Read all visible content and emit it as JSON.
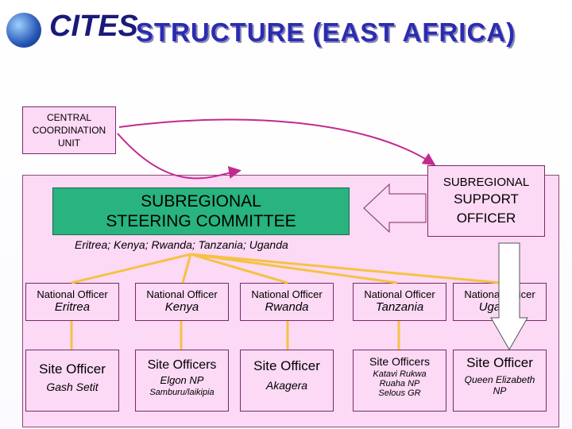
{
  "title": "STRUCTURE  (EAST  AFRICA)",
  "logo_text": "CITES",
  "central_unit": "CENTRAL COORDINATION UNIT",
  "steering_committee": {
    "line1": "SUBREGIONAL",
    "line2": "STEERING  COMMITTEE"
  },
  "countries_list": "Eritrea; Kenya; Rwanda; Tanzania; Uganda",
  "support_officer": {
    "line1": "SUBREGIONAL",
    "line2": "SUPPORT",
    "line3": "OFFICER"
  },
  "national_officers": [
    {
      "label": "National Officer",
      "country": "Eritrea"
    },
    {
      "label": "National Officer",
      "country": "Kenya"
    },
    {
      "label": "National Officer",
      "country": "Rwanda"
    },
    {
      "label": "National Officer",
      "country": "Tanzania"
    },
    {
      "label": "National Officer",
      "country": "Uganda"
    }
  ],
  "site_officers": [
    {
      "label": "Site Officer",
      "place": "Gash Setit"
    },
    {
      "label": "Site Officers",
      "place": "Elgon NP",
      "place2": "Samburu/laikipia"
    },
    {
      "label": "Site Officer",
      "place": "Akagera"
    },
    {
      "label": "Site Officers",
      "place": "Katavi Rukwa",
      "place2": "Ruaha NP",
      "place3": "Selous GR"
    },
    {
      "label": "Site Officer",
      "place": "Queen Elizabeth",
      "place2": "NP"
    }
  ],
  "colors": {
    "panel": "#fcd9f4",
    "committee": "#28b37f",
    "title": "#2c2cb0",
    "lines": "#f5c244",
    "arrow": "#c22a8f"
  }
}
